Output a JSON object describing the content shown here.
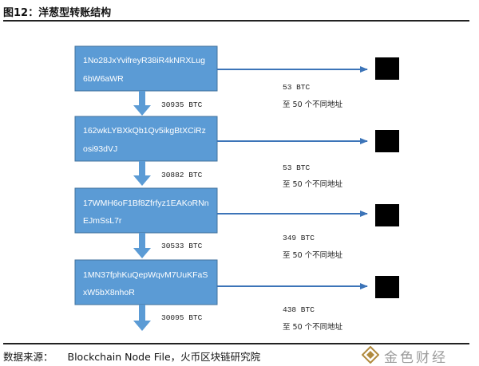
{
  "figure": {
    "title": "图12：洋葱型转账结构"
  },
  "nodes": [
    {
      "address_line1": "1No28JxYvifreyR38iR4kNRXLug",
      "address_line2": "6bW6aWR",
      "forward_amount": "30935 BTC",
      "side_amount": "53 BTC",
      "side_note": "至 50 个不同地址"
    },
    {
      "address_line1": "162wkLYBXkQb1Qv5ikgBtXCiRz",
      "address_line2": "osi93dVJ",
      "forward_amount": "30882 BTC",
      "side_amount": "53 BTC",
      "side_note": "至 50 个不同地址"
    },
    {
      "address_line1": "17WMH6oF1Bf8Zfrfyz1EAKoRNn",
      "address_line2": "EJmSsL7r",
      "forward_amount": "30533 BTC",
      "side_amount": "349 BTC",
      "side_note": "至 50 个不同地址"
    },
    {
      "address_line1": "1MN37fphKuQepWqvM7UuKFaS",
      "address_line2": "xW5bX8nhoR",
      "forward_amount": "30095 BTC",
      "side_amount": "438 BTC",
      "side_note": "至 50 个不同地址"
    }
  ],
  "source": {
    "label": "数据来源：",
    "text": "Blockchain Node File，火币区块链研究院"
  },
  "watermark": {
    "text": "金色财经"
  },
  "colors": {
    "box_fill": "#5b9bd5",
    "box_border": "#41719c",
    "arrow_fill": "#5b9bd5",
    "target_fill": "#000000",
    "text_dark": "#111111",
    "watermark": "#9b9b9b"
  }
}
